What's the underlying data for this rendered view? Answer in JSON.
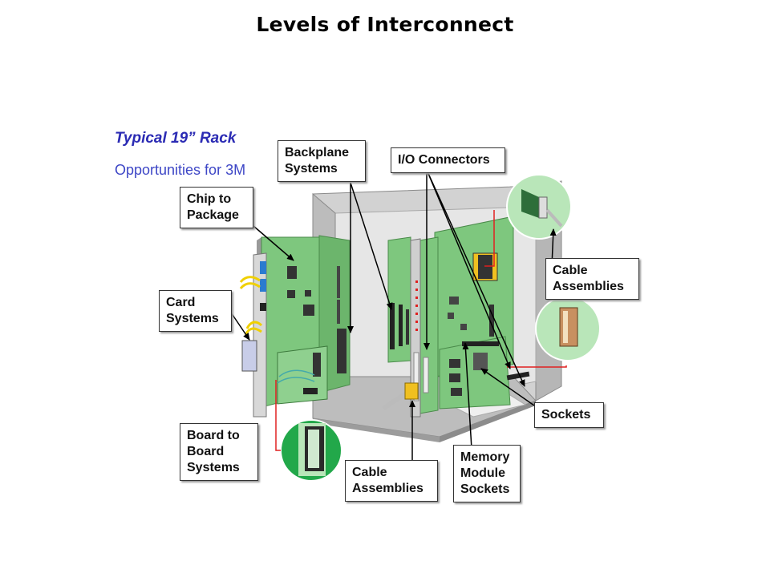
{
  "title": "Levels of Interconnect",
  "subtitle": {
    "line1": "Typical 19” Rack",
    "line2": "Opportunities for 3M"
  },
  "callouts": {
    "backplane": "Backplane\nSystems",
    "io": "I/O Connectors",
    "chip": "Chip to\nPackage",
    "card": "Card\nSystems",
    "cable_right": "Cable\nAssemblies",
    "sockets": "Sockets",
    "board": "Board to\nBoard\nSystems",
    "cable_bottom": "Cable\nAssemblies",
    "memory": "Memory\nModule\nSockets"
  },
  "colors": {
    "board_green": "#7ec77e",
    "chassis_gray": "#c4c4c4",
    "accent_red": "#e02020",
    "subtitle_blue": "#2b2bb4"
  }
}
